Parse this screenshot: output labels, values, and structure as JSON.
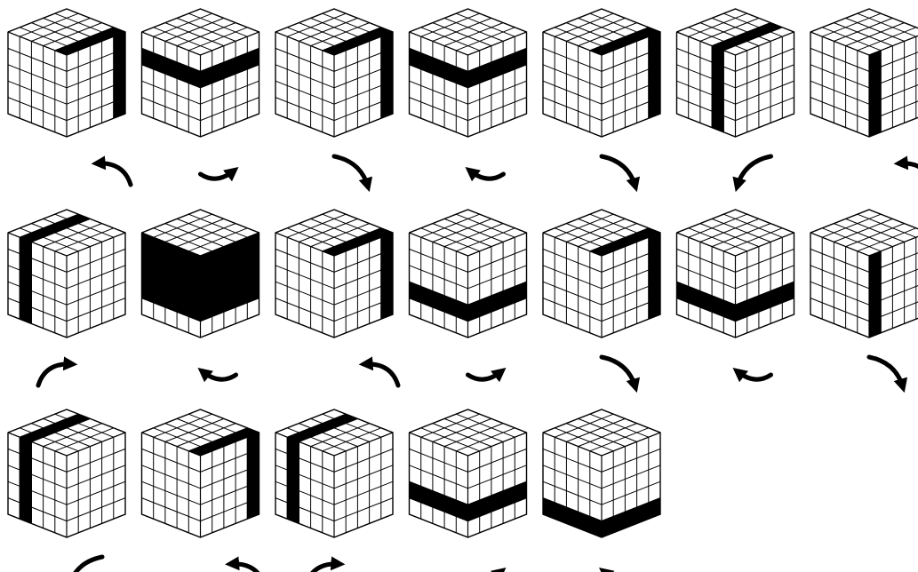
{
  "colors": {
    "ink": "#000000",
    "background": "#ffffff"
  },
  "cube": {
    "grid": 5
  },
  "rows": [
    {
      "steps": [
        {
          "band": {
            "face": "right",
            "axis": "col",
            "index": 4
          },
          "arrow": {
            "kind": "curve-up-left"
          }
        },
        {
          "band": {
            "face": "both",
            "axis": "row",
            "index": 1
          },
          "arrow": {
            "kind": "swirl-right"
          }
        },
        {
          "band": {
            "face": "right",
            "axis": "col",
            "index": 4
          },
          "arrow": {
            "kind": "curve-down-right"
          }
        },
        {
          "band": {
            "face": "both",
            "axis": "row",
            "index": 1
          },
          "arrow": {
            "kind": "swirl-left"
          }
        },
        {
          "band": {
            "face": "right",
            "axis": "col",
            "index": 4
          },
          "arrow": {
            "kind": "curve-down-right"
          }
        },
        {
          "band": {
            "face": "left",
            "axis": "col",
            "index": 3
          },
          "arrow": {
            "kind": "curve-down-left"
          }
        },
        {
          "band": {
            "face": "right",
            "axis": "col",
            "index": 0
          },
          "arrow": {
            "kind": "curve-up-left"
          }
        }
      ]
    },
    {
      "steps": [
        {
          "band": {
            "face": "left",
            "axis": "col",
            "index": 1
          },
          "arrow": {
            "kind": "curve-up-right"
          }
        },
        {
          "band": {
            "face": "both",
            "axis": "fill",
            "index": 0
          },
          "arrow": {
            "kind": "swirl-left"
          }
        },
        {
          "band": {
            "face": "right",
            "axis": "col",
            "index": 4
          },
          "arrow": {
            "kind": "curve-up-left"
          }
        },
        {
          "band": {
            "face": "both",
            "axis": "row",
            "index": 3
          },
          "arrow": {
            "kind": "swirl-right"
          }
        },
        {
          "band": {
            "face": "right",
            "axis": "col",
            "index": 4
          },
          "arrow": {
            "kind": "curve-down-right"
          }
        },
        {
          "band": {
            "face": "both",
            "axis": "row",
            "index": 3
          },
          "arrow": {
            "kind": "swirl-left"
          }
        },
        {
          "band": {
            "face": "right",
            "axis": "col",
            "index": 0
          },
          "arrow": {
            "kind": "curve-down-right"
          }
        }
      ]
    },
    {
      "steps": [
        {
          "band": {
            "face": "left",
            "axis": "col",
            "index": 1
          },
          "arrow": {
            "kind": "curve-down-left"
          }
        },
        {
          "band": {
            "face": "right",
            "axis": "col",
            "index": 4
          },
          "arrow": {
            "kind": "curve-up-left"
          }
        },
        {
          "band": {
            "face": "left",
            "axis": "col",
            "index": 1
          },
          "arrow": {
            "kind": "curve-up-right"
          }
        },
        {
          "band": {
            "face": "both",
            "axis": "row",
            "index": 3
          },
          "arrow": {
            "kind": "swirl-right"
          }
        },
        {
          "band": {
            "face": "both",
            "axis": "row",
            "index": 4
          },
          "arrow": {
            "kind": "swirl-left"
          }
        }
      ]
    }
  ]
}
